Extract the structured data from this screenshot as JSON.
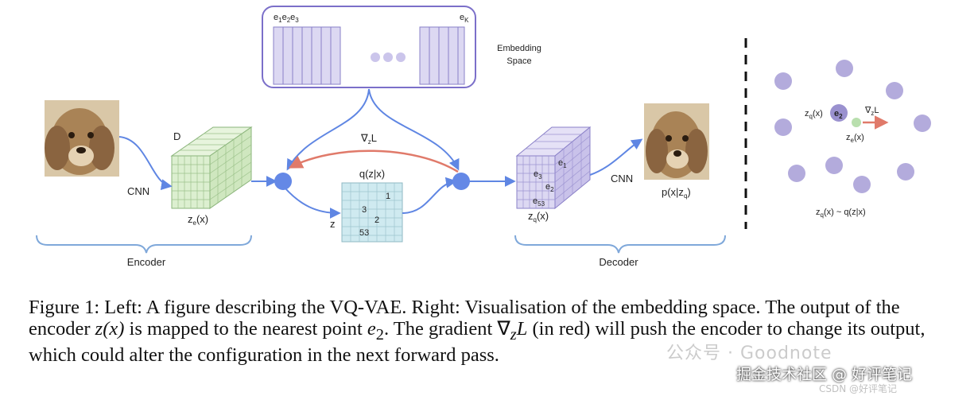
{
  "diagram": {
    "embedding": {
      "vector_labels_left": [
        "e",
        "e",
        "e"
      ],
      "vector_subs_left": [
        "1",
        "2",
        "3"
      ],
      "vector_label_right": "e",
      "vector_sub_right": "K",
      "space_label_line1": "Embedding",
      "space_label_line2": "Space"
    },
    "encoder": {
      "cnn_label": "CNN",
      "depth_label": "D",
      "output_label": "z",
      "output_sub": "e",
      "output_arg": "(x)",
      "section_label": "Encoder"
    },
    "gradient": {
      "symbol": "∇",
      "sub": "z",
      "var": "L"
    },
    "quant": {
      "title": "q(z|x)",
      "z_label": "z",
      "cells": [
        "1",
        "3",
        "2",
        "53"
      ]
    },
    "decoder": {
      "cube_cells": [
        "e",
        "e",
        "e",
        "e"
      ],
      "cube_subs": [
        "1",
        "3",
        "2",
        "53"
      ],
      "cnn_label": "CNN",
      "input_label": "z",
      "input_sub": "q",
      "input_arg": "(x)",
      "output_label": "p(x|z",
      "output_sub": "q",
      "output_close": ")",
      "section_label": "Decoder"
    },
    "right_panel": {
      "zq_label": "z",
      "zq_sub": "q",
      "zq_arg": "(x)",
      "e2_label": "e",
      "e2_sub": "2",
      "grad_symbol": "∇",
      "grad_sub": "z",
      "grad_var": "L",
      "ze_label": "z",
      "ze_sub": "e",
      "ze_arg": "(x)",
      "bottom_pre": "z",
      "bottom_sub": "q",
      "bottom_post": "(x) ~ q(z|x)"
    },
    "colors": {
      "green_cube": "#dcefd0",
      "purple": "#dcd8f2",
      "dot": "#b3abdc",
      "arrow_blue": "#5f86e3",
      "arrow_red": "#e07a6a",
      "node_blue": "#6488e6",
      "grid_cyan": "#cfeaf0"
    },
    "icons": [
      "dog-photo-input",
      "dog-photo-output"
    ]
  },
  "caption": {
    "p1": "Figure 1: Left: A figure describing the VQ-VAE. Right: Visualisation of the embedding space. The output of the encoder ",
    "m1": "z(x)",
    "p2": " is mapped to the nearest point ",
    "m2": "e",
    "m2sub": "2",
    "p3": ". The gradient ",
    "m3": "∇",
    "m3sub": "z",
    "m3b": "L",
    "p4": " (in red) will push the encoder to change its output, which could alter the configuration in the next forward pass."
  },
  "watermark": {
    "line1": "公众号 · Goodnote",
    "line2": "掘金技术社区 @ 好评笔记",
    "line3": "CSDN @好评笔记"
  }
}
